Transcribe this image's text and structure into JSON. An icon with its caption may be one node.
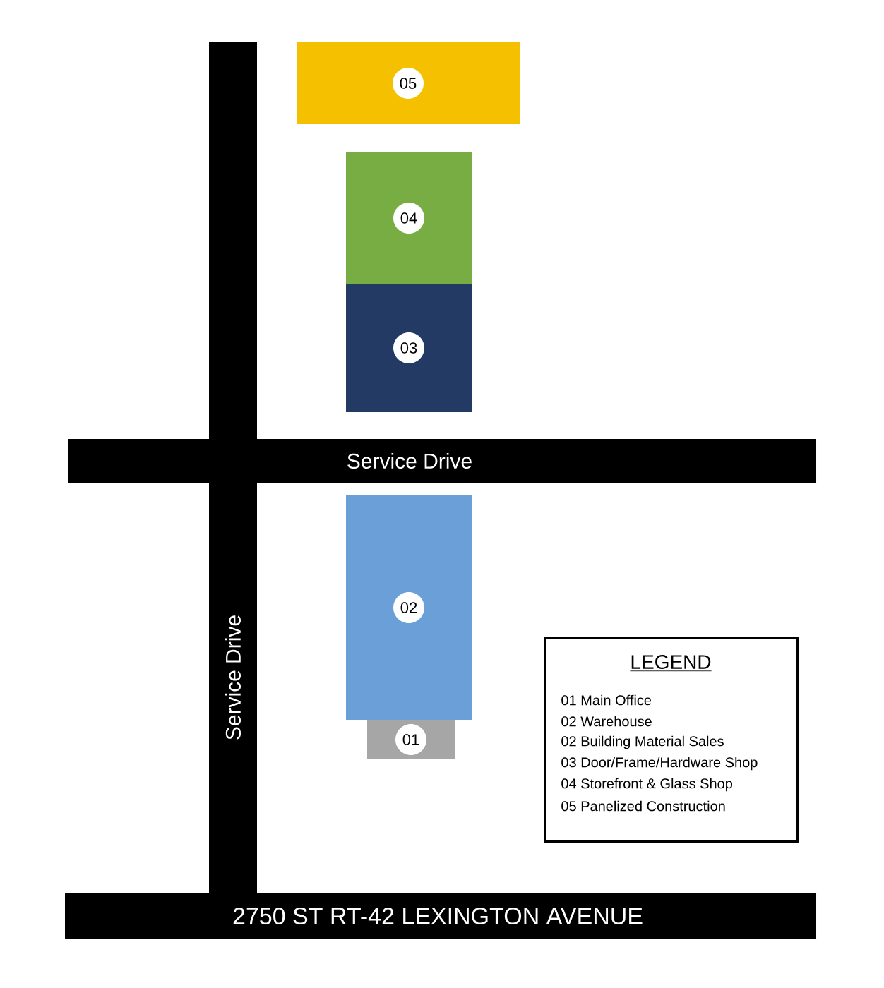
{
  "diagram": {
    "nodes": [
      {
        "text": [
          "05"
        ]
      },
      {
        "text": [
          "04"
        ]
      },
      {
        "text": [
          "03"
        ]
      },
      {
        "text": [
          "Service Drive"
        ]
      },
      {
        "text": [
          "Service Drive"
        ]
      },
      {
        "text": [
          "02"
        ]
      },
      {
        "text": [
          "01"
        ]
      },
      {
        "text": [
          "2750 ST RT-42 LEXINGTON AVENUE"
        ]
      },
      {
        "text": [],
        "shape": "bar"
      }
    ],
    "edges": [],
    "labels": [
      "LEGEND"
    ],
    "legend": [
      {
        "text": "01 Main Office"
      },
      {
        "text": "02 Warehouse"
      },
      {
        "text": "02 Building Material Sales"
      },
      {
        "text": "03 Door/Frame/Hardware Shop"
      },
      {
        "text": "04 Storefront & Glass Shop"
      },
      {
        "text": "05 Panelized Construction"
      }
    ]
  }
}
